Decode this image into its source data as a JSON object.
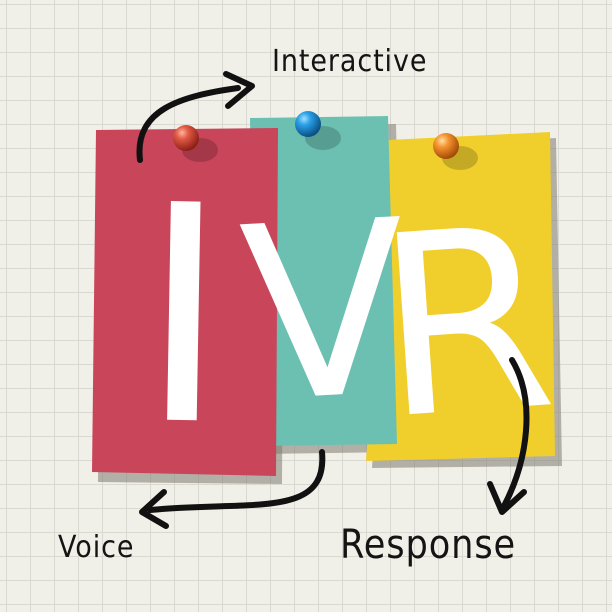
{
  "letters": {
    "first": "I",
    "second": "V",
    "third": "R"
  },
  "labels": {
    "interactive": "Interactive",
    "voice": "Voice",
    "response": "Response"
  },
  "colors": {
    "card_red": "#c8455a",
    "card_teal": "#6cc0b1",
    "card_yellow": "#f0cf2d",
    "pin_red": "#d94a3e",
    "pin_blue": "#1f8fd8",
    "pin_orange": "#f0892b",
    "arrow": "#111111",
    "letter": "#ffffff"
  },
  "icons": [
    "pushpin-icon",
    "curved-arrow-icon"
  ]
}
